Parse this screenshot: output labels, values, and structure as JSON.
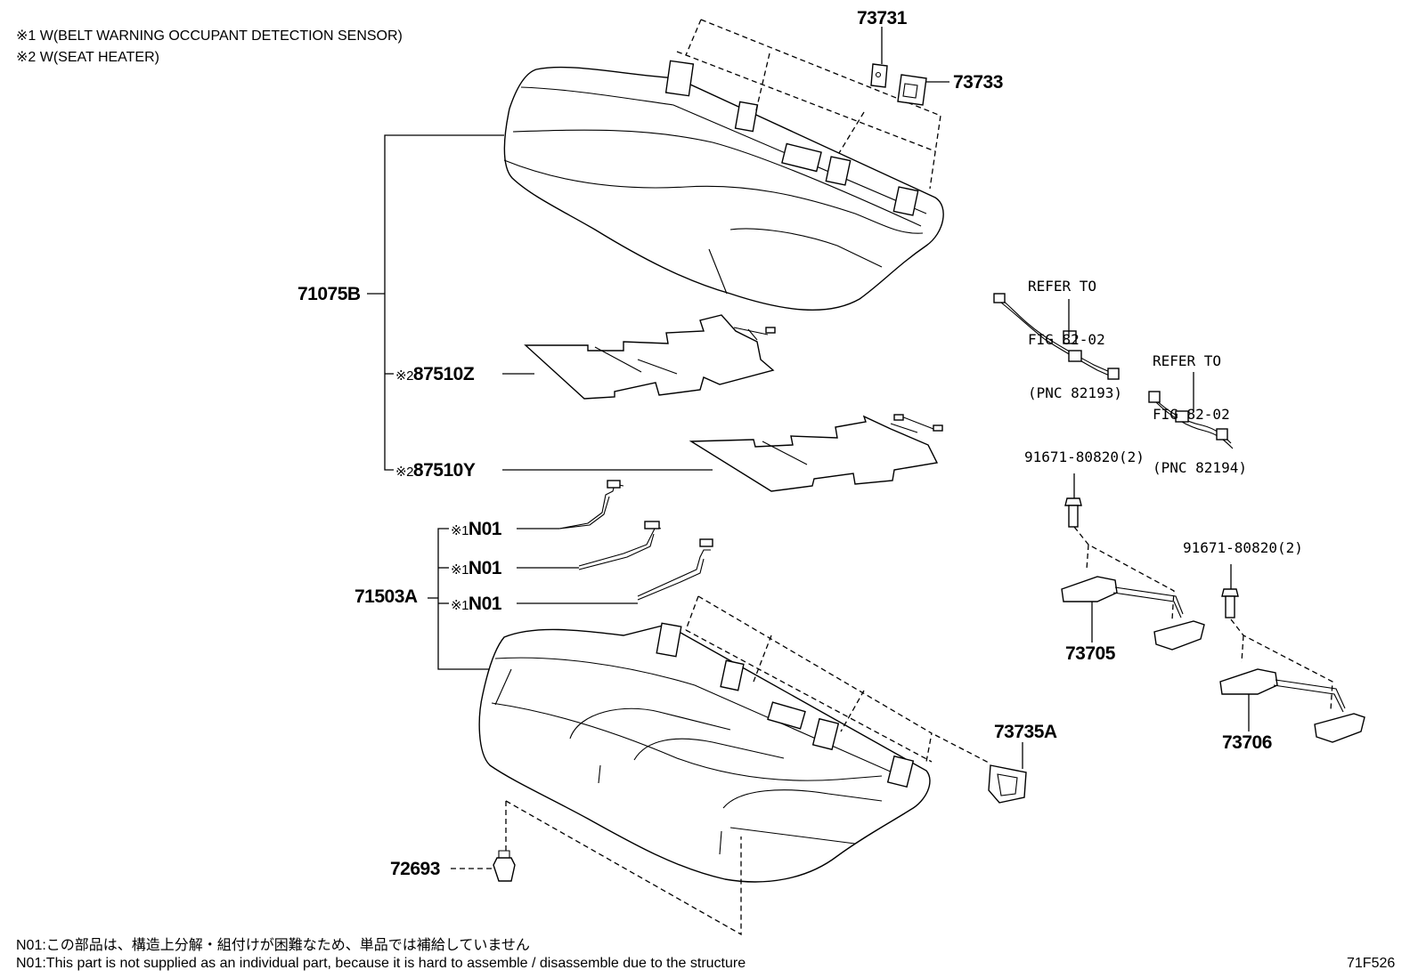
{
  "notes": {
    "note1": "※1 W(BELT WARNING OCCUPANT DETECTION SENSOR)",
    "note2": "※2 W(SEAT HEATER)"
  },
  "mark1": "※1",
  "mark2": "※2",
  "parts": {
    "p73731": "73731",
    "p73733": "73733",
    "p71075B": "71075B",
    "p87510Z": "87510Z",
    "p87510Y": "87510Y",
    "pN01": "N01",
    "p71503A": "71503A",
    "p73735A": "73735A",
    "p72693": "72693",
    "p73705": "73705",
    "p73706": "73706",
    "p91671a": "91671-80820(2)",
    "p91671b": "91671-80820(2)"
  },
  "refs": {
    "ref1": [
      "REFER TO",
      "FIG 82-02",
      "(PNC 82193)"
    ],
    "ref2": [
      "REFER TO",
      "FIG 82-02",
      "(PNC 82194)"
    ]
  },
  "footnotes": {
    "jp": "N01:この部品は、構造上分解・組付けが困難なため、単品では補給していません",
    "en": "N01:This part is not supplied as an individual part, because it is hard to assemble / disassemble due to the structure"
  },
  "figure_id": "71F526",
  "icons": [
    "seat-back-cover-icon",
    "seat-heater-icon",
    "sensor-wire-icon",
    "cushion-pad-icon",
    "clip-icon",
    "hook-icon",
    "bolt-icon",
    "wire-harness-icon"
  ]
}
